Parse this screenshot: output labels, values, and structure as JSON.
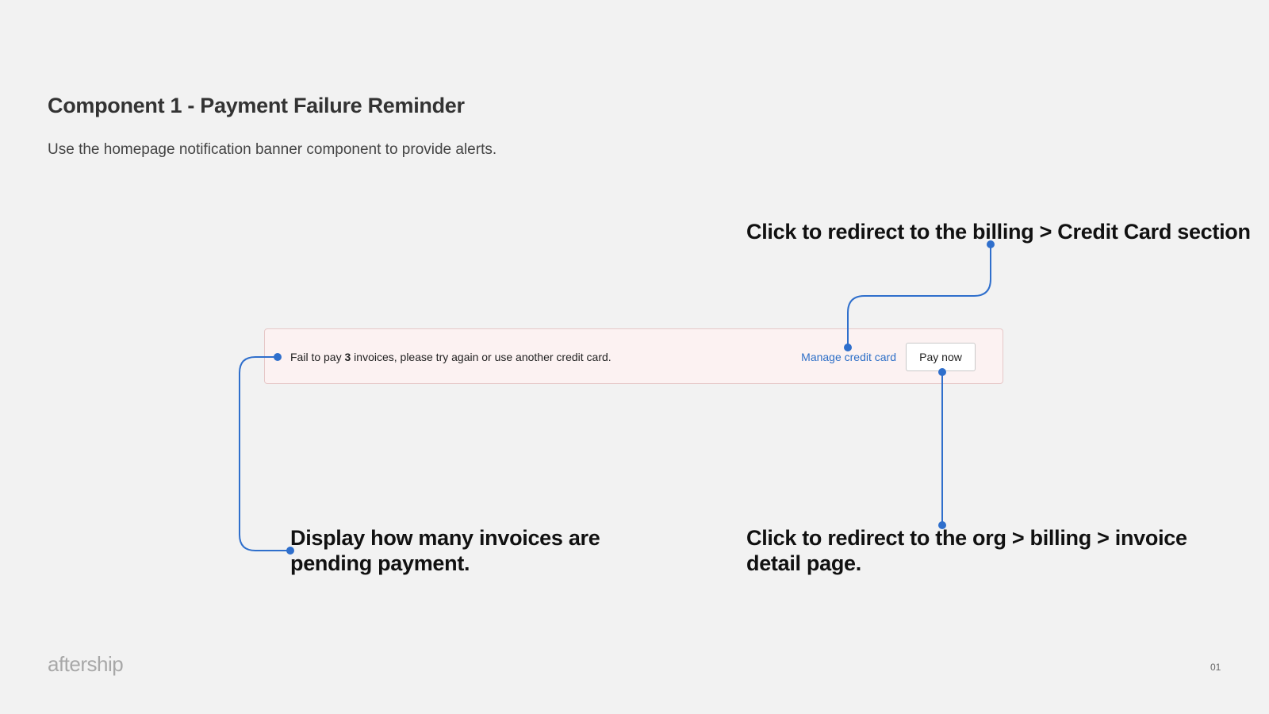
{
  "slide": {
    "title": "Component 1 - Payment Failure Reminder",
    "subtitle": "Use the homepage notification banner component to provide alerts."
  },
  "banner": {
    "message_prefix": "Fail to pay ",
    "invoice_count": "3",
    "message_suffix": " invoices, please try again or use another credit card.",
    "manage_link_label": "Manage credit card",
    "pay_button_label": "Pay now",
    "background_color": "#fcf2f2",
    "border_color": "#e6c8c8",
    "link_color": "#2d6fc7"
  },
  "annotations": {
    "billing_redirect": "Click to redirect to the billing > Credit Card section",
    "pending_invoices": "Display how many invoices are pending payment.",
    "invoice_redirect": "Click to redirect to the org > billing > invoice detail page.",
    "connector_color": "#2f6fcc"
  },
  "footer": {
    "brand": "aftership",
    "page_number": "01"
  }
}
